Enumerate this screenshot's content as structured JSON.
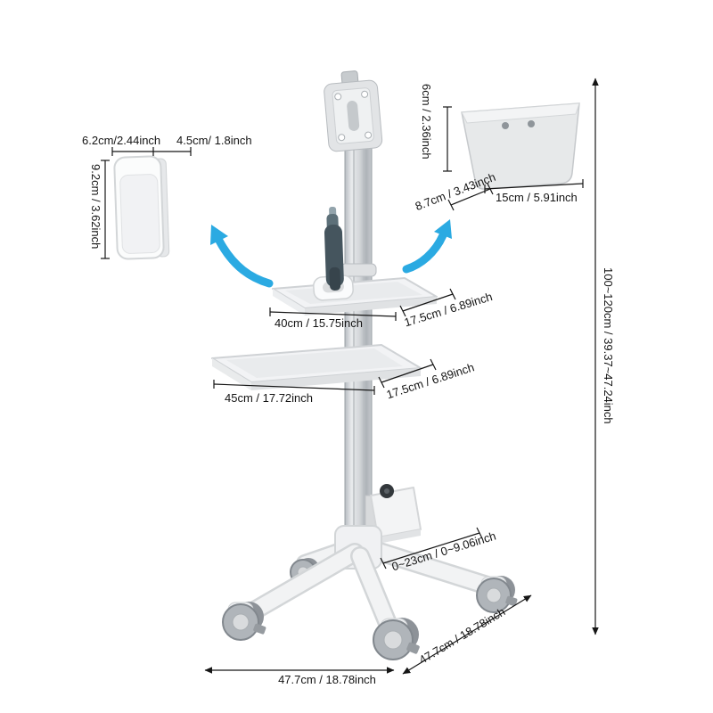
{
  "detail_holder": {
    "width": "6.2cm/2.44inch",
    "depth": "4.5cm/ 1.8inch",
    "height": "9.2cm / 3.62inch"
  },
  "detail_basket": {
    "height": "6cm / 2.36inch",
    "depth": "8.7cm / 3.43inch",
    "width": "15cm / 5.91inch"
  },
  "cart": {
    "top_tray_width": "40cm / 15.75inch",
    "top_tray_depth": "17.5cm / 6.89inch",
    "middle_tray_width": "45cm / 17.72inch",
    "middle_tray_depth": "17.5cm / 6.89inch",
    "bracket_adjust_range": "0~23cm / 0~9.06inch",
    "base_width": "47.7cm / 18.78inch",
    "base_depth": "47.7cm / 18.78inch",
    "pole_height": "100~120cm / 39.37~47.24inch"
  },
  "colors": {
    "arrow": "#2BAAE2",
    "dimension_line": "#161616"
  }
}
